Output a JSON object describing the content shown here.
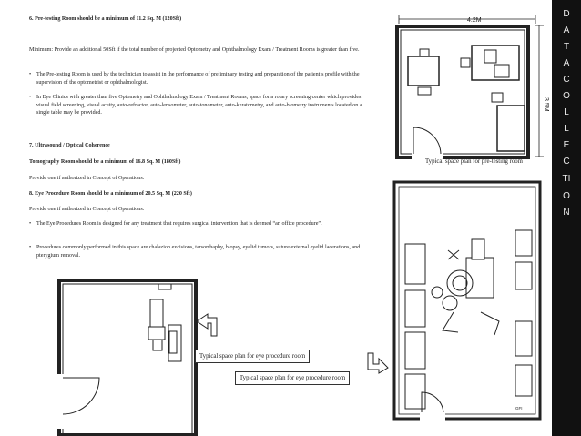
{
  "sec6": {
    "heading": "6. Pre-testing Room should be a minimum of 11.2 Sq. M (120Sft)",
    "para": "Minimum: Provide an additional 50Sft if the total number of projected Optometry and Ophthalmology Exam / Treatment Rooms is greater than five.",
    "bullets": [
      "The Pre-testing Room is used by the technician to assist in the performance of preliminary testing and preparation of the patient’s profile with the supervision of the optometrist or ophthalmologist.",
      "In Eye Clinics with greater than five Optometry and Ophthalmology Exam / Treatment Rooms, space for a rotary screening center which provides visual field screening, visual acuity, auto-refractor, auto-lensometer, auto-tonometer, auto-keratometry, and auto-biometry instruments located on a single table may be provided."
    ]
  },
  "sec7": {
    "heading_a": "7. Ultrasound / Optical Coherence",
    "heading_b": "Tomography Room should be a minimum of 16.8 Sq. M (180Sft)",
    "para": "Provide one if authorized in Concept of Operations."
  },
  "sec8": {
    "heading": "8. Eye Procedure Room should be a minimum of 20.5 Sq. M (220 Sft)",
    "para": "Provide one if authorized in Concept of Operations.",
    "bullets": [
      "The Eye Procedures Room is designed for any treatment that requires surgical intervention that is deemed “an office procedure”.",
      "Procedures commonly performed in this space are chalazion excisions, tarsorrhaphy, biopsy, eyelid tumors, suture external eyelid lacerations, and pterygium removal."
    ]
  },
  "captions": {
    "pretesting": "Typical space plan for pre-testing room",
    "procedure_left": "Typical space plan for eye procedure room",
    "procedure_right": "Typical space plan for eye procedure room"
  },
  "dimensions": {
    "width": "4.2M",
    "height": "3.5M"
  },
  "sidebar_letters": [
    "D",
    "A",
    "T",
    "A",
    "C",
    "O",
    "L",
    "L",
    "E",
    "C",
    "TI",
    "O",
    "N"
  ],
  "colors": {
    "sidebar_bg": "#111111",
    "sidebar_text": "#eeeeee",
    "line": "#222222"
  }
}
